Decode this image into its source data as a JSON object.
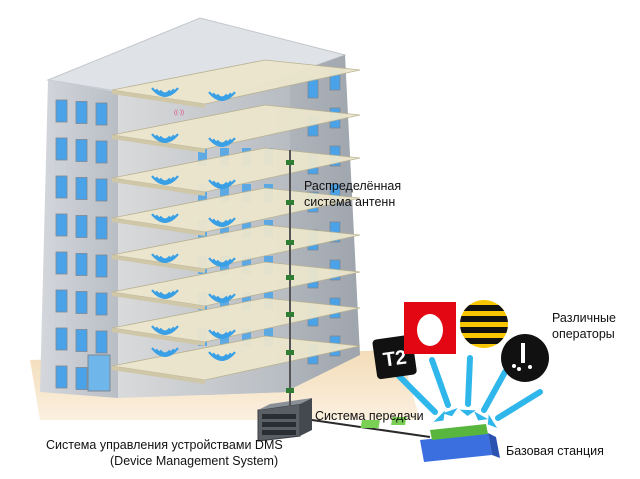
{
  "labels": {
    "das_line1": "Распределённая",
    "das_line2": "система антенн",
    "operators_line1": "Различные",
    "operators_line2": "операторы",
    "transmission": "Система передачи",
    "dms_line1": "Система управления устройствами DMS",
    "dms_line2": "(Device Management System)",
    "base_station": "Базовая станция"
  },
  "logos": {
    "t2": "T2",
    "mts": "mts-egg-icon",
    "beeline": "beeline-stripes-icon",
    "megafon": "megafon-icon"
  },
  "colors": {
    "building_front": "#c9cdd4",
    "building_side": "#aab0b8",
    "floor_slab": "#ece6cc",
    "window": "#4aa3e8",
    "antenna_wave": "#3aa0e6",
    "arrow": "#2fb6ea",
    "ground": "#f1d6ae",
    "base_station_green": "#58b63f",
    "base_station_blue": "#3b6fe0",
    "mts_red": "#e30613",
    "beeline_yellow": "#f7c600"
  }
}
